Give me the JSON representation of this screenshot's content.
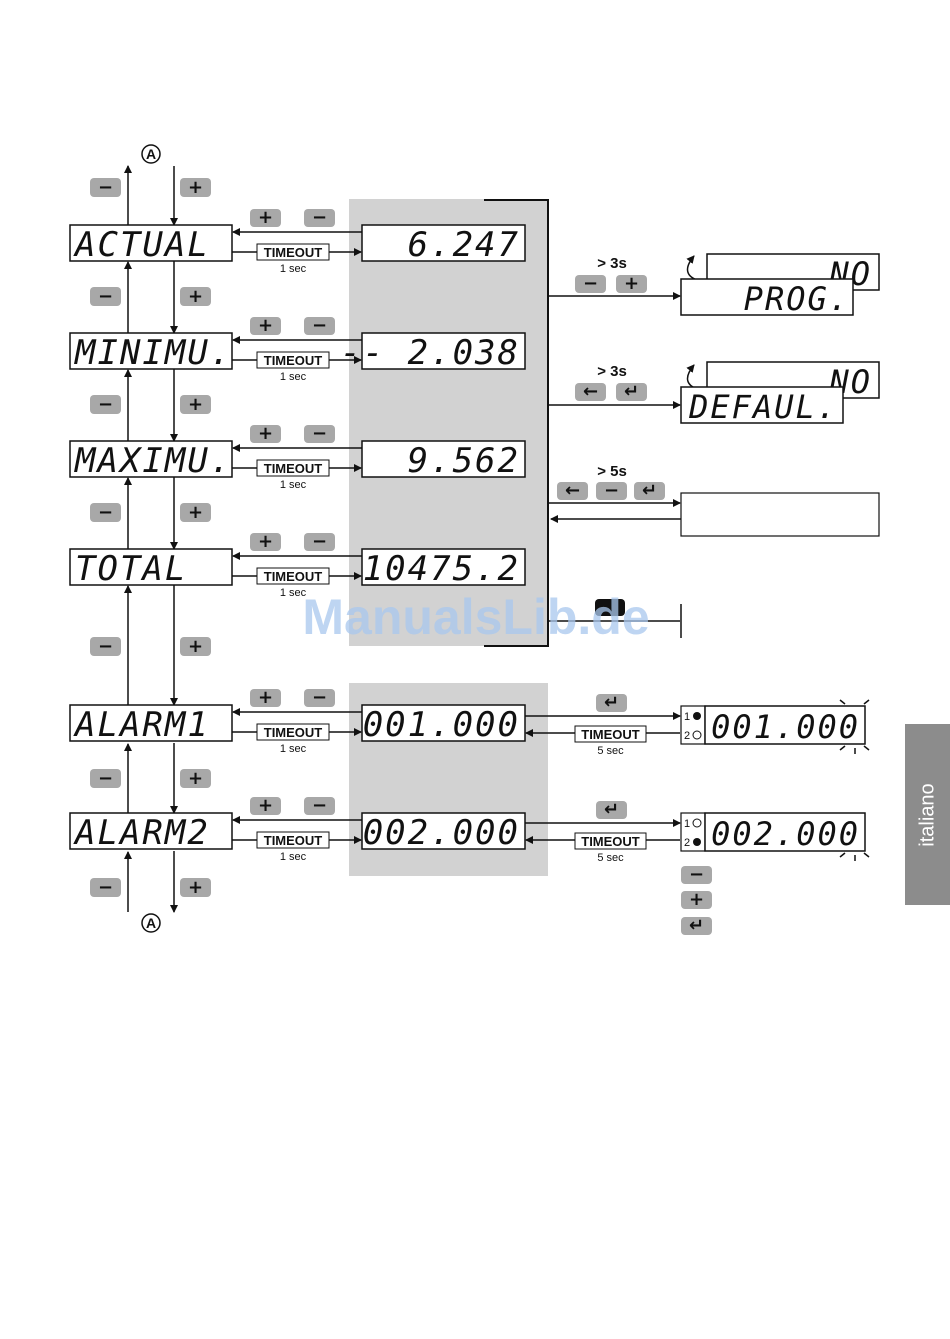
{
  "menu_displays": [
    "ACTUAL",
    "MINIMU.",
    "MAXIMU.",
    "TOTAL",
    "ALARM1",
    "ALARM2"
  ],
  "value_displays": [
    "6.247",
    "-- 2.038",
    "9.562",
    "10475.2",
    "001.000",
    "002.000"
  ],
  "timeout": {
    "label": "TIMEOUT",
    "short": "1 sec",
    "long": "5 sec"
  },
  "connector": "A",
  "keys": {
    "minus": "−",
    "plus": "+",
    "left": "←",
    "enter": "↵"
  },
  "holds": {
    "prog": "> 3s",
    "default": "> 3s",
    "other": "> 5s"
  },
  "right_displays": {
    "prog_back": "NO",
    "prog_front": "PROG.",
    "default_back": "NO",
    "default_front": "DEFAUL.",
    "alarm1_edit": "001.000",
    "alarm2_edit": "002.000"
  },
  "led_labels": [
    "1",
    "2"
  ],
  "watermark": "ManualsLib.de",
  "side_tab": "italiano",
  "colors": {
    "panel": "#d2d2d2",
    "key": "#a8a8a8",
    "tab": "#8c8c8c",
    "watermark": "#a9c8ee"
  }
}
